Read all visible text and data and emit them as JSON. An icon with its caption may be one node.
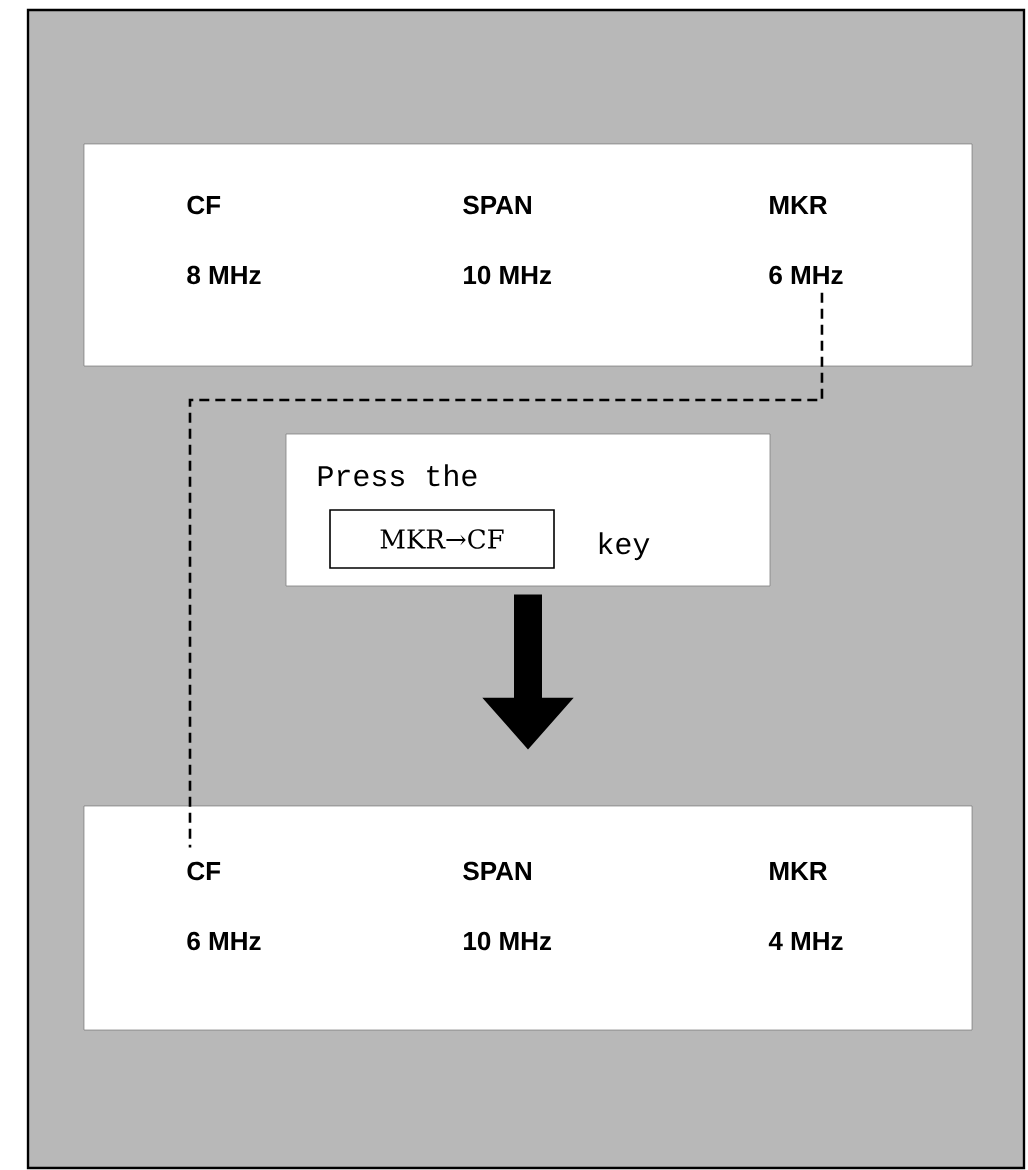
{
  "diagram": {
    "nodes": [
      {
        "text": [],
        "shape": "box"
      },
      {
        "text": [
          "CF"
        ],
        "in": 0
      },
      {
        "text": [
          "SPAN"
        ],
        "in": 0
      },
      {
        "text": [
          "MKR"
        ],
        "in": 0
      },
      {
        "text": [
          "8 MHz"
        ],
        "in": 0
      },
      {
        "text": [
          "10 MHz"
        ],
        "in": 0
      },
      {
        "text": [
          "6 MHz"
        ],
        "in": 0
      },
      {
        "text": [
          "Press the",
          "key"
        ]
      },
      {
        "text": [
          "MKR→CF"
        ],
        "in": 7
      },
      {
        "text": [],
        "shape": "box"
      },
      {
        "text": [
          "CF"
        ],
        "in": 9
      },
      {
        "text": [
          "SPAN"
        ],
        "in": 9
      },
      {
        "text": [
          "MKR"
        ],
        "in": 9
      },
      {
        "text": [
          "6 MHz"
        ],
        "in": 9
      },
      {
        "text": [
          "10 MHz"
        ],
        "in": 9
      },
      {
        "text": [
          "4 MHz"
        ],
        "in": 9
      }
    ],
    "edges": [
      {
        "from": 6,
        "to": 10,
        "arrow": "none",
        "style": "dashed"
      },
      {
        "from": 7,
        "to": 9,
        "arrow": "to",
        "style": "thick"
      }
    ]
  }
}
